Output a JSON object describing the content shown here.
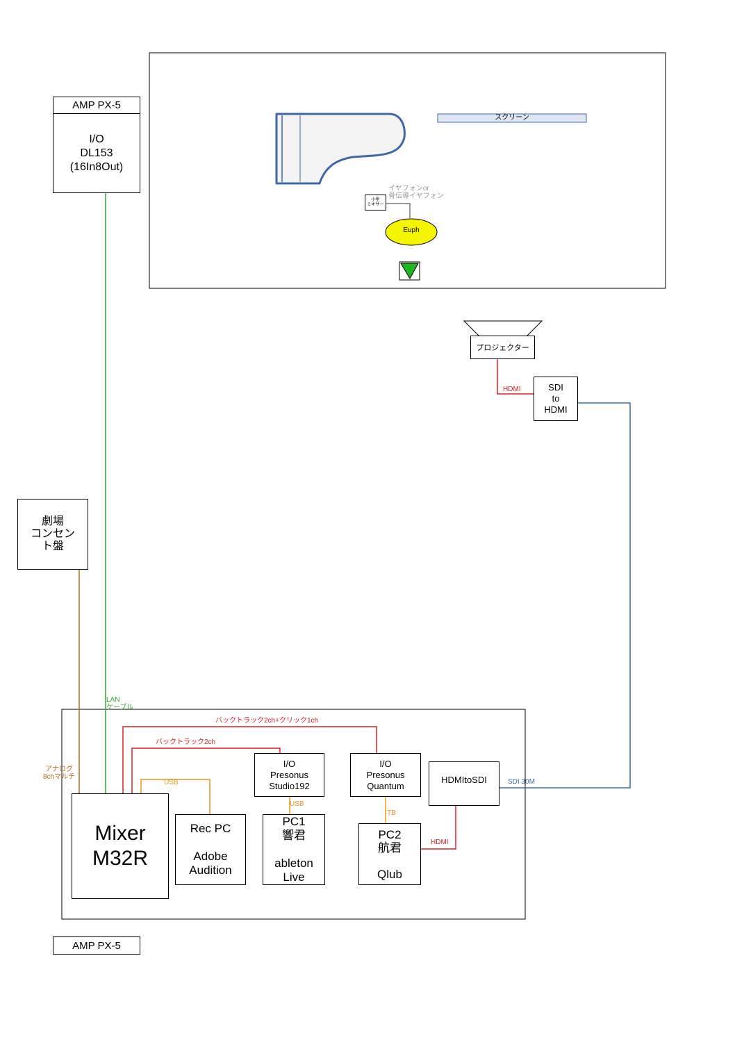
{
  "stage": {
    "screen_label": "スクリーン",
    "earphone_note": "イヤフォンor\n骨伝導イヤフォン",
    "small_mixer_label": "小型\nミキサー",
    "euph_label": "Euph"
  },
  "amp_top": {
    "label": "AMP PX-5"
  },
  "io_dl153": {
    "label": "I/O\nDL153\n(16In8Out)"
  },
  "outlet": {
    "label": "劇場\nコンセン\nト盤"
  },
  "projector": {
    "label": "プロジェクター"
  },
  "sdi_to_hdmi": {
    "label": "SDI\nto\nHDMI"
  },
  "mixer": {
    "label": "Mixer\nM32R"
  },
  "rec_pc": {
    "label": "Rec PC\n\nAdobe\nAudition"
  },
  "io_studio192": {
    "label": "I/O\nPresonus\nStudio192"
  },
  "pc1": {
    "label": "PC1\n響君\n\nableton\nLive"
  },
  "io_quantum": {
    "label": "I/O\nPresonus\nQuantum"
  },
  "pc2": {
    "label": "PC2\n航君\n\nQlub"
  },
  "hdmi_to_sdi": {
    "label": "HDMItoSDI"
  },
  "amp_bottom": {
    "label": "AMP PX-5"
  },
  "connections": {
    "hdmi_projector": "HDMI",
    "hdmi_pc2": "HDMI",
    "sdi_30m": "SDI 30M",
    "lan": "LAN\nケーブル",
    "analog": "アナログ\n8chマルチ",
    "backtrack_click": "バックトラック2ch+クリック1ch",
    "backtrack_2ch": "バックトラック2ch",
    "usb_rec": "USB",
    "usb_pc1": "USB",
    "tb": "TB"
  },
  "colors": {
    "red": "#e02020",
    "green": "#33a833",
    "blue": "#3f6fa8",
    "orange": "#e8941c",
    "brown": "#b86f14",
    "gray_text": "#999999",
    "euph_fill": "#f5f500",
    "triangle_fill": "#21b521",
    "screen_fill": "#dde6f2",
    "piano_stroke": "#3e68a6"
  }
}
